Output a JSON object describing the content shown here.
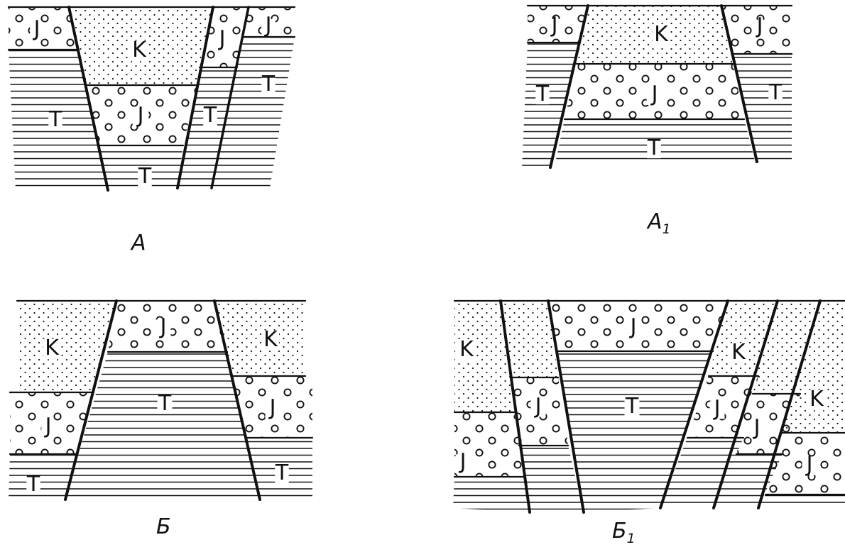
{
  "figure": {
    "captions": {
      "A": "А",
      "A1_base": "А",
      "A1_sub": "1",
      "B": "Б",
      "B1_base": "Б",
      "B1_sub": "1"
    },
    "units": {
      "K": "K",
      "J": "J",
      "T": "T"
    },
    "colors": {
      "ink": "#111111",
      "background": "#ffffff"
    }
  }
}
